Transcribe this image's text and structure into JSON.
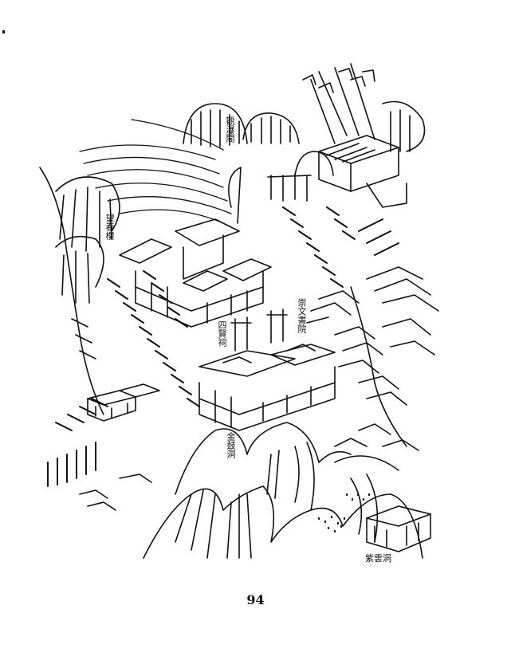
{
  "illustration": {
    "labels": {
      "pavilion_top": "觀瀑閣",
      "tower_left": "望春樓",
      "academy": "崇文書院",
      "shrine": "四賢祠",
      "cave_gold": "金鼓洞",
      "cave_purple": "紫雲洞"
    }
  },
  "page_number": "94"
}
